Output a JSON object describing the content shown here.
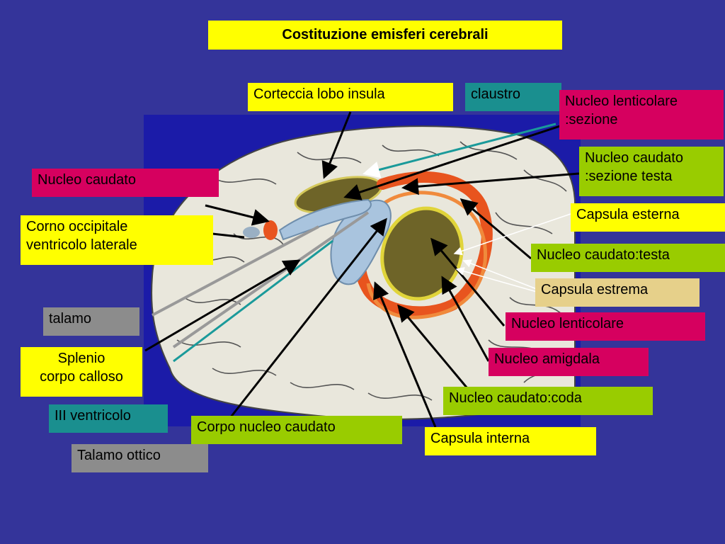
{
  "title": "Costituzione emisferi cerebrali",
  "colors": {
    "background": "#34349a",
    "inner_panel": "#1b1ba8",
    "yellow": "#ffff00",
    "magenta": "#d6005f",
    "green": "#99cc00",
    "teal": "#1a8f8f",
    "gray": "#8c8c8c",
    "tan": "#e6d08a"
  },
  "labels": {
    "corteccia_insula": "Corteccia lobo insula",
    "claustro": "claustro",
    "lenticolare_sezione_1": "Nucleo lenticolare",
    "lenticolare_sezione_2": ":sezione",
    "caudato_sezione_testa_1": "Nucleo caudato",
    "caudato_sezione_testa_2": ":sezione testa",
    "nucleo_caudato": "Nucleo caudato",
    "capsula_esterna": "Capsula esterna",
    "corno_occipitale_1": "Corno occipitale",
    "corno_occipitale_2": "ventricolo laterale",
    "caudato_testa": "Nucleo caudato:testa",
    "capsula_estrema": "Capsula estrema",
    "talamo": "talamo",
    "nucleo_lenticolare": "Nucleo lenticolare",
    "splenio_1": "Splenio",
    "splenio_2": "corpo calloso",
    "nucleo_amigdala": "Nucleo amigdala",
    "caudato_coda": "Nucleo caudato:coda",
    "iii_ventricolo": "III ventricolo",
    "corpo_nucleo_caudato": "Corpo nucleo caudato",
    "capsula_interna": "Capsula interna",
    "talamo_ottico": "Talamo ottico"
  }
}
